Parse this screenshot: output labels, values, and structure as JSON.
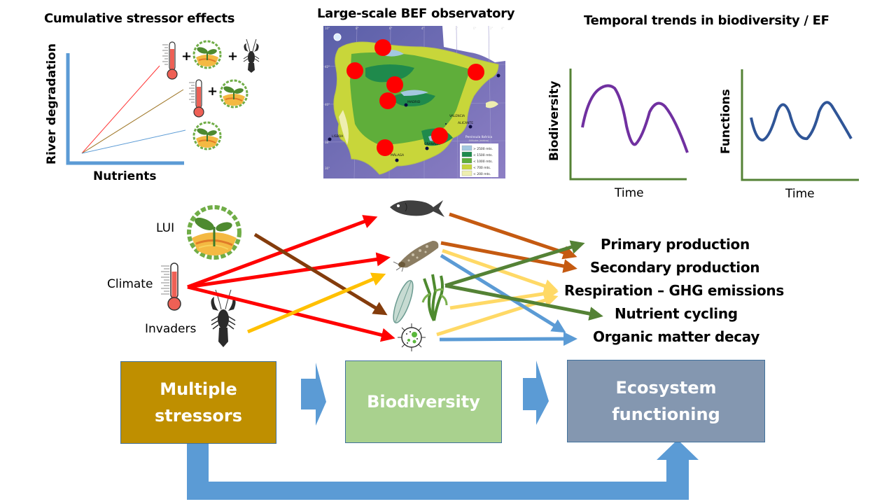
{
  "panels": {
    "cumulative": {
      "title": "Cumulative stressor effects",
      "ylabel": "River degradation",
      "xlabel": "Nutrients",
      "lines": [
        {
          "label": "Climate + LUI + Invaders",
          "color": "#ff3333",
          "relative_slope": "highest"
        },
        {
          "label": "Climate + LUI",
          "color": "#a0782a",
          "relative_slope": "medium"
        },
        {
          "label": "LUI",
          "color": "#5b9bd5",
          "relative_slope": "lowest"
        }
      ],
      "plus": "+"
    },
    "observatory": {
      "title": "Large-scale BEF observatory",
      "map_title": "Península Ibérica",
      "map_subtitle": "Altitudes (metros)",
      "cities": [
        "MADRID",
        "VALENCIA",
        "ALICANTE",
        "GRANADA",
        "MÁLAGA",
        "LISBOA"
      ],
      "lat_labels": [
        "42°",
        "40°",
        "38°",
        "36°"
      ],
      "lon_labels": [
        "10°",
        "8°",
        "6°",
        "4°",
        "2°",
        "0°",
        "2°",
        "4°"
      ],
      "legend": [
        {
          "label": "> 2500 mts.",
          "color": "#a3c8e0"
        },
        {
          "label": "< 1500 mts.",
          "color": "#1f8a4c"
        },
        {
          "label": "< 1000 mts.",
          "color": "#5fae3a"
        },
        {
          "label": "< 700 mts.",
          "color": "#c8d63a"
        },
        {
          "label": "< 200 mts.",
          "color": "#eeeeb0"
        }
      ],
      "site_count": 7,
      "site_color": "#ff0000"
    },
    "temporal": {
      "title": "Temporal trends in biodiversity / EF",
      "charts": [
        {
          "ylabel": "Biodiversity",
          "xlabel": "Time",
          "line_color": "#7030a0"
        },
        {
          "ylabel": "Functions",
          "xlabel": "Time",
          "line_color": "#2f5597"
        }
      ],
      "axis_color": "#548235"
    }
  },
  "stressors": [
    {
      "label": "LUI",
      "icon": "land-use-icon"
    },
    {
      "label": "Climate",
      "icon": "thermometer-icon"
    },
    {
      "label": "Invaders",
      "icon": "crayfish-icon"
    }
  ],
  "organisms": [
    "fish",
    "caddisfly-larva",
    "diatom",
    "macrophyte",
    "microbe"
  ],
  "functions": [
    "Primary production",
    "Secondary production",
    "Respiration – GHG emissions",
    "Nutrient cycling",
    "Organic matter decay"
  ],
  "flow": {
    "boxes": [
      {
        "label_1": "Multiple",
        "label_2": "stressors",
        "color": "#bf8f00"
      },
      {
        "label_1": "Biodiversity",
        "label_2": "",
        "color": "#a9d18e"
      },
      {
        "label_1": "Ecosystem",
        "label_2": "functioning",
        "color": "#8497b0"
      }
    ],
    "arrow_color": "#5b9bd5"
  },
  "arrow_colors": {
    "climate": "#ff0000",
    "lui": "#843c0c",
    "invaders": "#ffc000",
    "fauna": "#c55a11",
    "respiration": "#ffd966",
    "decay": "#5b9bd5",
    "plants": "#548235"
  }
}
